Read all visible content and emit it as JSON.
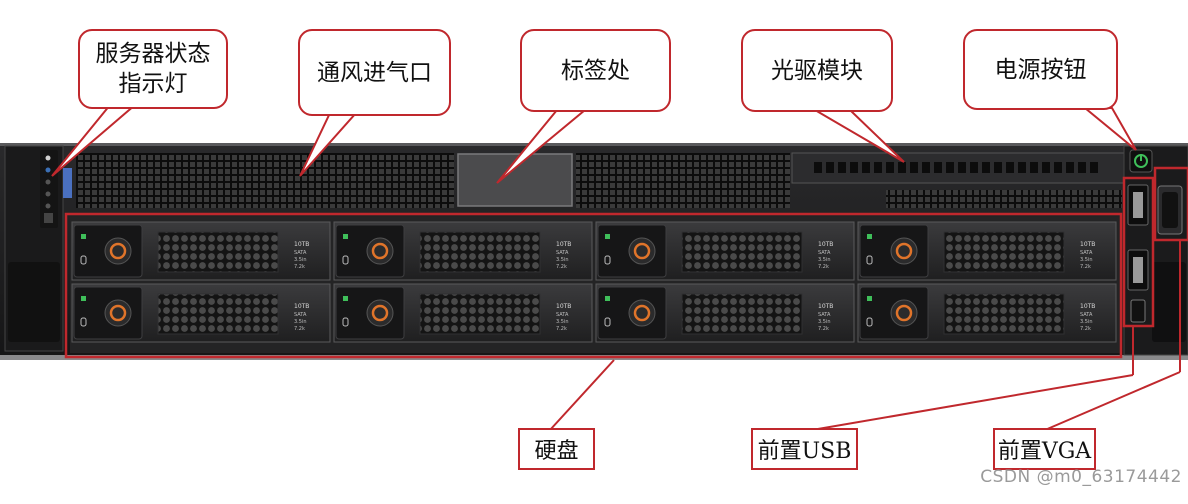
{
  "callouts": {
    "status": "服务器状态\n指示灯",
    "vent": "通风进气口",
    "tag": "标签处",
    "optical": "光驱模块",
    "power": "电源按钮"
  },
  "bottom_labels": {
    "hdd": "硬盘",
    "usb": "前置USB",
    "vga": "前置VGA"
  },
  "drive_label": {
    "capacity": "10TB",
    "interface": "SATA",
    "form": "3.5in",
    "speed": "7.2k"
  },
  "colors": {
    "accent_red": "#c0282d",
    "chassis": "#1d1d1f",
    "orange_ring": "#e0742a",
    "power_green": "#3fbf5a"
  },
  "watermark": "CSDN @m0_63174442"
}
